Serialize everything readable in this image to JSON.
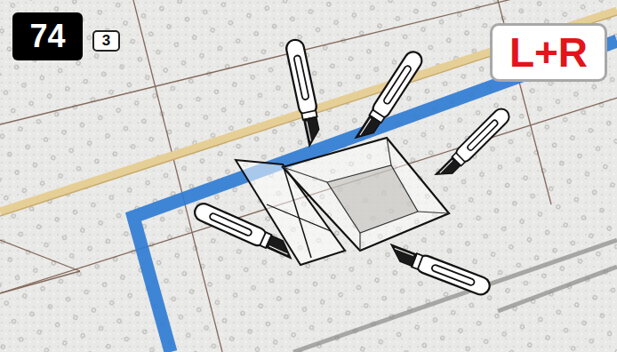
{
  "diagram": {
    "nodes": [
      {
        "text": [
          "74"
        ]
      },
      {
        "text": [
          "3"
        ]
      },
      {
        "text": [
          "L+R"
        ]
      }
    ]
  }
}
